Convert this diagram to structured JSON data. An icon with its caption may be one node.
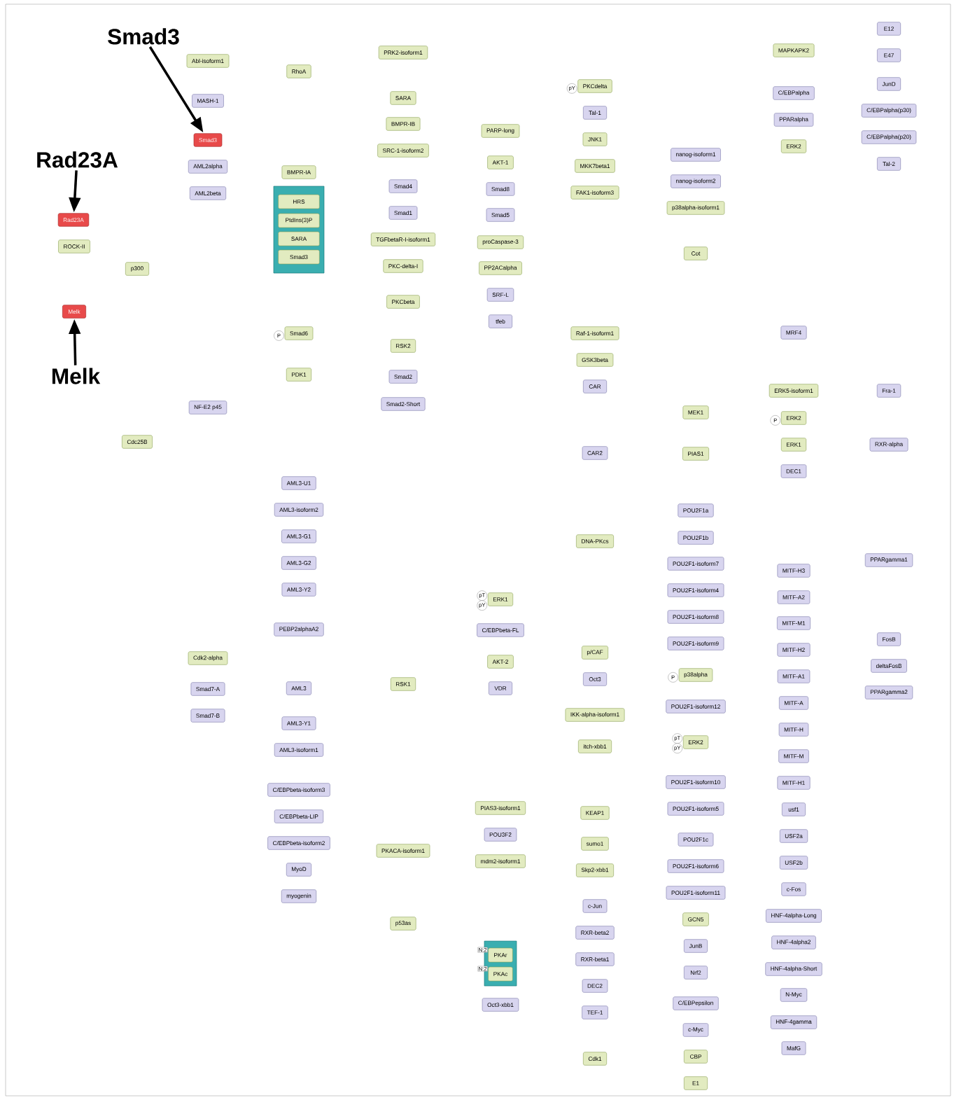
{
  "diagram": {
    "nodes": [
      {
        "text": [
          "Rad23A"
        ]
      },
      {
        "text": [
          "Smad3"
        ]
      },
      {
        "text": [
          "Melk"
        ]
      },
      {
        "text": [
          "Rad23A"
        ]
      },
      {
        "text": [
          "ROCK-II"
        ]
      },
      {
        "text": [
          "Melk"
        ]
      },
      {
        "text": [
          "p300"
        ]
      },
      {
        "text": [
          "Cdc25B"
        ]
      },
      {
        "text": [
          "Abl-isoform1"
        ]
      },
      {
        "text": [
          "MASH-1"
        ]
      },
      {
        "text": [
          "Smad3"
        ]
      },
      {
        "text": [
          "AML2alpha"
        ]
      },
      {
        "text": [
          "AML2beta"
        ]
      },
      {
        "text": [
          "NF-E2 p45"
        ]
      },
      {
        "text": [
          "Cdk2-alpha"
        ]
      },
      {
        "text": [
          "Smad7-A"
        ]
      },
      {
        "text": [
          "Smad7-B"
        ]
      },
      {
        "text": [
          "RhoA"
        ]
      },
      {
        "text": [
          "BMPR-IA"
        ]
      },
      {
        "text": [],
        "shape": "box"
      },
      {
        "text": [
          "HRS"
        ],
        "in": 19
      },
      {
        "text": [
          "PtdIns(3)P"
        ],
        "in": 19
      },
      {
        "text": [
          "SARA"
        ],
        "in": 19
      },
      {
        "text": [
          "Smad3"
        ],
        "in": 19
      },
      {
        "text": [
          "Smad6"
        ],
        "beside": [
          "P"
        ]
      },
      {
        "text": [
          "PDK1"
        ]
      },
      {
        "text": [
          "AML3-U1"
        ]
      },
      {
        "text": [
          "AML3-isoform2"
        ]
      },
      {
        "text": [
          "AML3-G1"
        ]
      },
      {
        "text": [
          "AML3-G2"
        ]
      },
      {
        "text": [
          "AML3-Y2"
        ]
      },
      {
        "text": [
          "PEBP2alphaA2"
        ]
      },
      {
        "text": [
          "AML3"
        ]
      },
      {
        "text": [
          "AML3-Y1"
        ]
      },
      {
        "text": [
          "AML3-isoform1"
        ]
      },
      {
        "text": [
          "C/EBPbeta-isoform3"
        ]
      },
      {
        "text": [
          "C/EBPbeta-LIP"
        ]
      },
      {
        "text": [
          "C/EBPbeta-isoform2"
        ]
      },
      {
        "text": [
          "MyoD"
        ]
      },
      {
        "text": [
          "myogenin"
        ]
      },
      {
        "text": [
          "PRK2-isoform1"
        ]
      },
      {
        "text": [
          "SARA"
        ]
      },
      {
        "text": [
          "BMPR-IB"
        ]
      },
      {
        "text": [
          "SRC-1-isoform2"
        ]
      },
      {
        "text": [
          "Smad4"
        ]
      },
      {
        "text": [
          "Smad1"
        ]
      },
      {
        "text": [
          "TGFbetaR-I-isoform1"
        ]
      },
      {
        "text": [
          "PKC-delta-I"
        ]
      },
      {
        "text": [
          "PKCbeta"
        ]
      },
      {
        "text": [
          "RSK2"
        ]
      },
      {
        "text": [
          "Smad2"
        ]
      },
      {
        "text": [
          "Smad2-Short"
        ]
      },
      {
        "text": [
          "RSK1"
        ]
      },
      {
        "text": [
          "PKACA-isoform1"
        ]
      },
      {
        "text": [
          "p53as"
        ]
      },
      {
        "text": [
          "PARP-long"
        ]
      },
      {
        "text": [
          "AKT-1"
        ]
      },
      {
        "text": [
          "Smad8"
        ]
      },
      {
        "text": [
          "Smad5"
        ]
      },
      {
        "text": [
          "proCaspase-3"
        ]
      },
      {
        "text": [
          "PP2ACalpha"
        ]
      },
      {
        "text": [
          "SRF-L"
        ]
      },
      {
        "text": [
          "tfeb"
        ]
      },
      {
        "text": [
          "ERK1"
        ],
        "beside": [
          "pT",
          "pY"
        ]
      },
      {
        "text": [
          "C/EBPbeta-FL"
        ]
      },
      {
        "text": [
          "AKT-2"
        ]
      },
      {
        "text": [
          "VDR"
        ]
      },
      {
        "text": [
          "PIAS3-isoform1"
        ]
      },
      {
        "text": [
          "POU3F2"
        ]
      },
      {
        "text": [
          "mdm2-isoform1"
        ]
      },
      {
        "text": [],
        "shape": "box"
      },
      {
        "text": [
          "PKAr"
        ],
        "in": 70,
        "beside": [
          "N:2"
        ]
      },
      {
        "text": [
          "PKAc"
        ],
        "in": 70,
        "beside": [
          "N:2"
        ]
      },
      {
        "text": [
          "Oct3-xbb1"
        ]
      },
      {
        "text": [
          "PKCdelta"
        ],
        "beside": [
          "pY"
        ]
      },
      {
        "text": [
          "Tal-1"
        ]
      },
      {
        "text": [
          "JNK1"
        ]
      },
      {
        "text": [
          "MKK7beta1"
        ]
      },
      {
        "text": [
          "FAK1-isoform3"
        ]
      },
      {
        "text": [
          "Raf-1-isoform1"
        ]
      },
      {
        "text": [
          "GSK3beta"
        ]
      },
      {
        "text": [
          "CAR"
        ]
      },
      {
        "text": [
          "CAR2"
        ]
      },
      {
        "text": [
          "DNA-PKcs"
        ]
      },
      {
        "text": [
          "p/CAF"
        ]
      },
      {
        "text": [
          "Oct3"
        ]
      },
      {
        "text": [
          "IKK-alpha-isoform1"
        ]
      },
      {
        "text": [
          "itch-xbb1"
        ]
      },
      {
        "text": [
          "KEAP1"
        ]
      },
      {
        "text": [
          "sumo1"
        ]
      },
      {
        "text": [
          "Skp2-xbb1"
        ]
      },
      {
        "text": [
          "c-Jun"
        ]
      },
      {
        "text": [
          "RXR-beta2"
        ]
      },
      {
        "text": [
          "RXR-beta1"
        ]
      },
      {
        "text": [
          "DEC2"
        ]
      },
      {
        "text": [
          "TEF-1"
        ]
      },
      {
        "text": [
          "Cdk1"
        ]
      },
      {
        "text": [
          "nanog-isoform1"
        ]
      },
      {
        "text": [
          "nanog-isoform2"
        ]
      },
      {
        "text": [
          "p38alpha-isoform1"
        ]
      },
      {
        "text": [
          "Cot"
        ]
      },
      {
        "text": [
          "MEK1"
        ]
      },
      {
        "text": [
          "PIAS1"
        ]
      },
      {
        "text": [
          "POU2F1a"
        ]
      },
      {
        "text": [
          "POU2F1b"
        ]
      },
      {
        "text": [
          "POU2F1-isoform7"
        ]
      },
      {
        "text": [
          "POU2F1-isoform4"
        ]
      },
      {
        "text": [
          "POU2F1-isoform8"
        ]
      },
      {
        "text": [
          "POU2F1-isoform9"
        ]
      },
      {
        "text": [
          "p38alpha"
        ],
        "beside": [
          "P"
        ]
      },
      {
        "text": [
          "POU2F1-isoform12"
        ]
      },
      {
        "text": [
          "ERK2"
        ],
        "beside": [
          "pT",
          "pY"
        ]
      },
      {
        "text": [
          "POU2F1-isoform10"
        ]
      },
      {
        "text": [
          "POU2F1-isoform5"
        ]
      },
      {
        "text": [
          "POU2F1c"
        ]
      },
      {
        "text": [
          "POU2F1-isoform6"
        ]
      },
      {
        "text": [
          "POU2F1-isoform11"
        ]
      },
      {
        "text": [
          "GCN5"
        ]
      },
      {
        "text": [
          "JunB"
        ]
      },
      {
        "text": [
          "Nrf2"
        ]
      },
      {
        "text": [
          "C/EBPepsilon"
        ]
      },
      {
        "text": [
          "c-Myc"
        ]
      },
      {
        "text": [
          "CBP"
        ]
      },
      {
        "text": [
          "E1"
        ]
      },
      {
        "text": [
          "MAPKAPK2"
        ]
      },
      {
        "text": [
          "C/EBPalpha"
        ]
      },
      {
        "text": [
          "PPARalpha"
        ]
      },
      {
        "text": [
          "ERK2"
        ]
      },
      {
        "text": [
          "MRF4"
        ]
      },
      {
        "text": [
          "ERK5-isoform1"
        ]
      },
      {
        "text": [
          "ERK2"
        ],
        "beside": [
          "P"
        ]
      },
      {
        "text": [
          "ERK1"
        ]
      },
      {
        "text": [
          "DEC1"
        ]
      },
      {
        "text": [
          "MITF-H3"
        ]
      },
      {
        "text": [
          "MITF-A2"
        ]
      },
      {
        "text": [
          "MITF-M1"
        ]
      },
      {
        "text": [
          "MITF-H2"
        ]
      },
      {
        "text": [
          "MITF-A1"
        ]
      },
      {
        "text": [
          "MITF-A"
        ]
      },
      {
        "text": [
          "MITF-H"
        ]
      },
      {
        "text": [
          "MITF-M"
        ]
      },
      {
        "text": [
          "MITF-H1"
        ]
      },
      {
        "text": [
          "usf1"
        ]
      },
      {
        "text": [
          "USF2a"
        ]
      },
      {
        "text": [
          "USF2b"
        ]
      },
      {
        "text": [
          "c-Fos"
        ]
      },
      {
        "text": [
          "HNF-4alpha-Long"
        ]
      },
      {
        "text": [
          "HNF-4alpha2"
        ]
      },
      {
        "text": [
          "HNF-4alpha-Short"
        ]
      },
      {
        "text": [
          "N-Myc"
        ]
      },
      {
        "text": [
          "HNF-4gamma"
        ]
      },
      {
        "text": [
          "MafG"
        ]
      },
      {
        "text": [
          "E12"
        ]
      },
      {
        "text": [
          "E47"
        ]
      },
      {
        "text": [
          "JunD"
        ]
      },
      {
        "text": [
          "C/EBPalpha(p30)"
        ]
      },
      {
        "text": [
          "C/EBPalpha(p20)"
        ]
      },
      {
        "text": [
          "Tal-2"
        ]
      },
      {
        "text": [
          "Fra-1"
        ]
      },
      {
        "text": [
          "RXR-alpha"
        ]
      },
      {
        "text": [
          "PPARgamma1"
        ]
      },
      {
        "text": [
          "FosB"
        ]
      },
      {
        "text": [
          "deltaFosB"
        ]
      },
      {
        "text": [
          "PPARgamma2"
        ]
      }
    ],
    "edges": [
      {
        "from": 0,
        "to": 3,
        "arrow": "to"
      },
      {
        "from": 1,
        "to": 10,
        "arrow": "to"
      },
      {
        "from": 2,
        "to": 5,
        "arrow": "to"
      }
    ]
  }
}
